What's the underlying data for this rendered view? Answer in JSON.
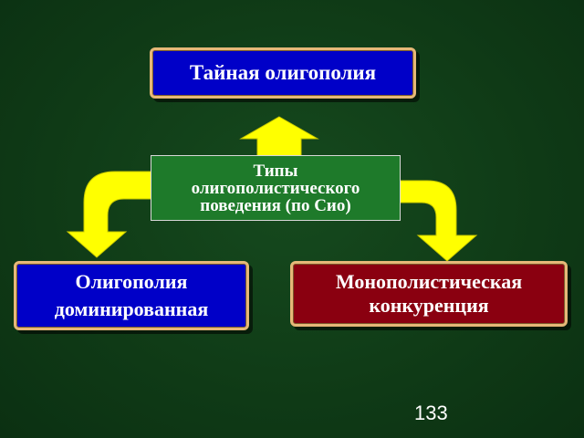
{
  "diagram": {
    "top_box": {
      "label": "Тайная олигополия"
    },
    "center_box": {
      "lines": [
        "Типы",
        "олигополистического",
        "поведения (по Сио)"
      ]
    },
    "left_box": {
      "lines": [
        "Олигополия",
        "доминированная"
      ]
    },
    "right_box": {
      "lines": [
        "Монополистическая",
        "конкуренция"
      ]
    }
  },
  "slide": {
    "page_number": "133"
  },
  "colors": {
    "background": "#0f3d17",
    "arrow_fill": "#ffff00",
    "blue_box": "#0000c8",
    "red_box": "#8a0010",
    "center_box": "#1e7a2a",
    "box_border": "#e6b878"
  }
}
